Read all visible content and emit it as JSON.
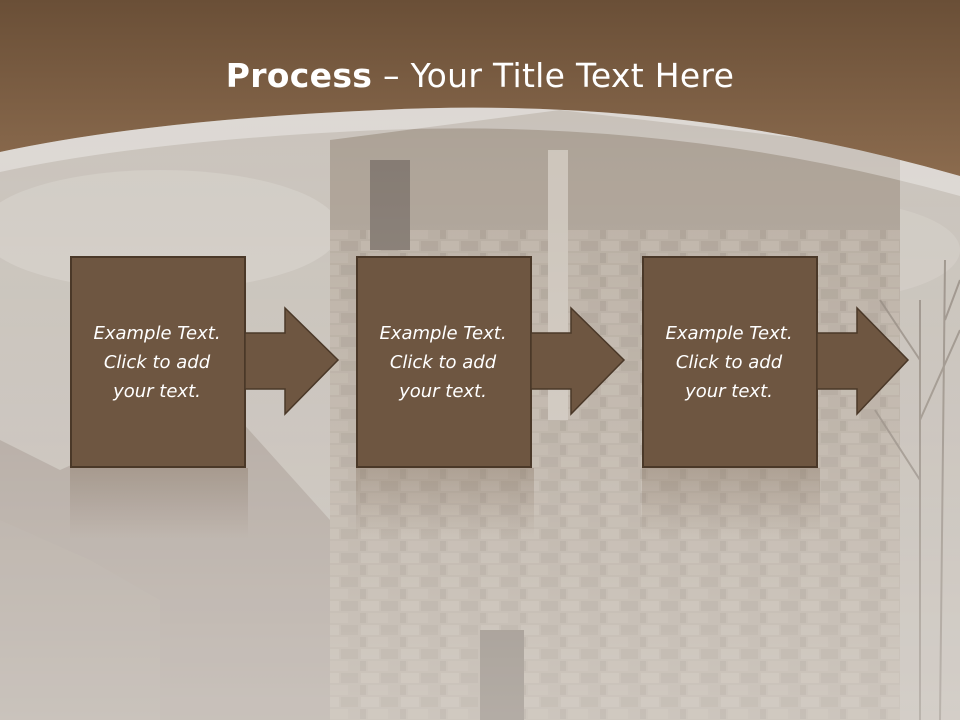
{
  "slide": {
    "title_bold": "Process",
    "title_rest": " – Your Title Text Here"
  },
  "steps": [
    {
      "line1": "Example Text.",
      "line2": "Click  to add",
      "line3": "your text."
    },
    {
      "line1": "Example Text.",
      "line2": "Click  to add",
      "line3": "your text."
    },
    {
      "line1": "Example Text.",
      "line2": "Click  to add",
      "line3": "your text."
    }
  ],
  "colors": {
    "header_brown": "#7a5d43",
    "box_fill": "#6e5641",
    "box_border": "#4a3828",
    "arrow_fill": "#6e5641"
  },
  "icons": [
    "arrow-right-icon"
  ]
}
